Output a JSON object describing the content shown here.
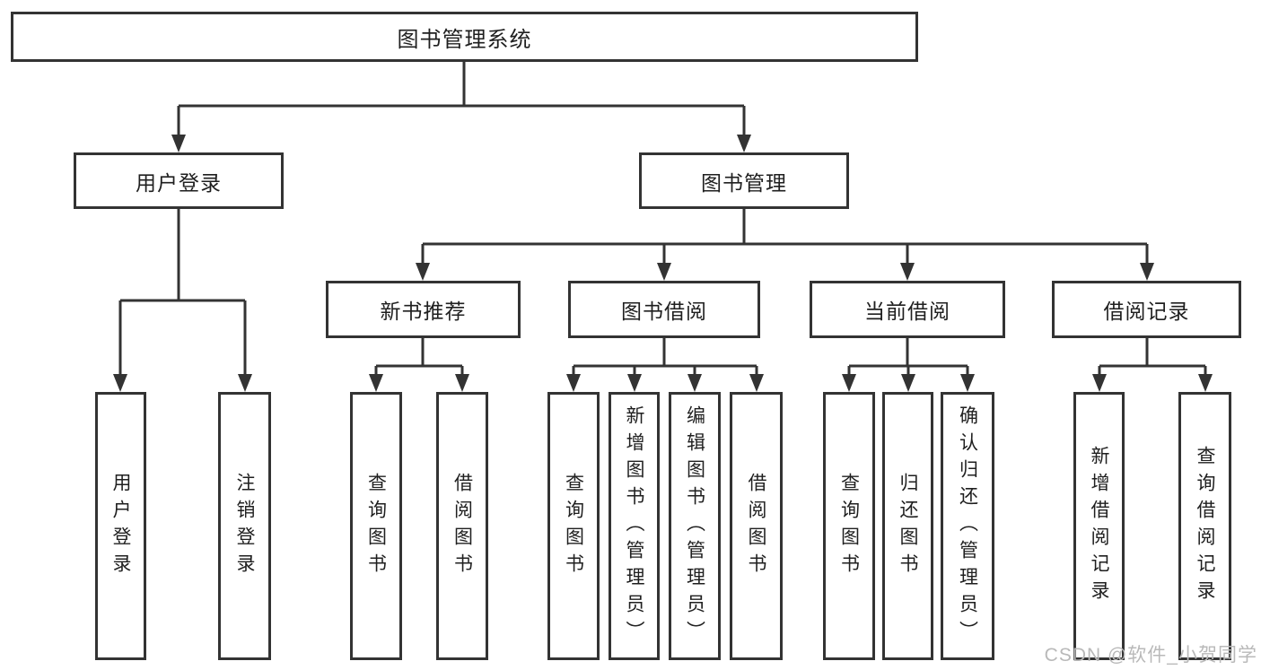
{
  "diagram": {
    "title": "图书管理系统",
    "root": "图书管理系统",
    "branches": [
      "用户登录",
      "图书管理"
    ],
    "modules": [
      "新书推荐",
      "图书借阅",
      "当前借阅",
      "借阅记录"
    ],
    "leaves": [
      "用户登录",
      "注销登录",
      "查询图书",
      "借阅图书",
      "查询图书",
      "新增图书（管理员）",
      "编辑图书（管理员）",
      "借阅图书",
      "查询图书",
      "归还图书",
      "确认归还（管理员）",
      "新增借阅记录",
      "查询借阅记录"
    ]
  },
  "watermark": {
    "text": "CSDN @软件_小贺同学"
  },
  "colors": {
    "line": "#333333",
    "box_border": "#333333",
    "box_fill": "#ffffff",
    "text": "#1f1f1f",
    "watermark": "#b9b9b9",
    "background": "#ffffff"
  }
}
